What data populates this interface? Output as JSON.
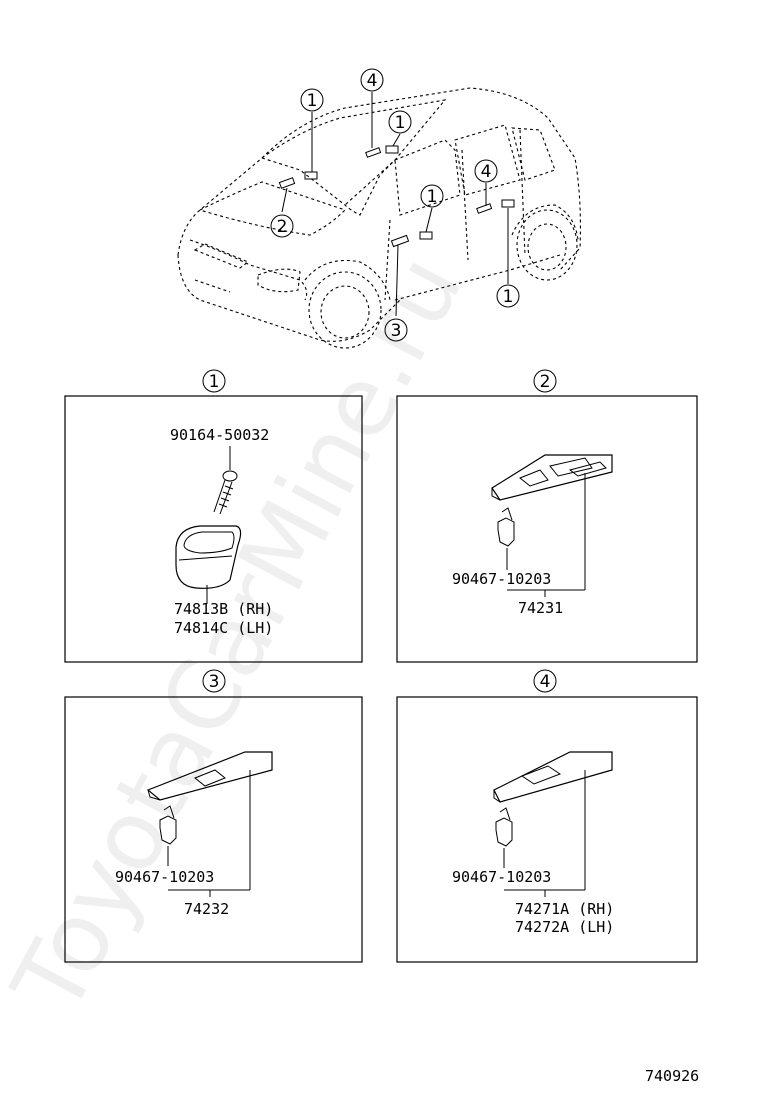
{
  "watermark": "ToyotaCarMine.ru",
  "diagram_code": "740926",
  "callouts": {
    "one": "1",
    "two": "2",
    "three": "3",
    "four": "4"
  },
  "panels": {
    "p1": {
      "number": "1",
      "screw_part": "90164-50032",
      "part_rh": "74813B (RH)",
      "part_lh": "74814C (LH)"
    },
    "p2": {
      "number": "2",
      "clip_part": "90467-10203",
      "part": "74231"
    },
    "p3": {
      "number": "3",
      "clip_part": "90467-10203",
      "part": "74232"
    },
    "p4": {
      "number": "4",
      "clip_part": "90467-10203",
      "part_rh": "74271A (RH)",
      "part_lh": "74272A (LH)"
    }
  }
}
